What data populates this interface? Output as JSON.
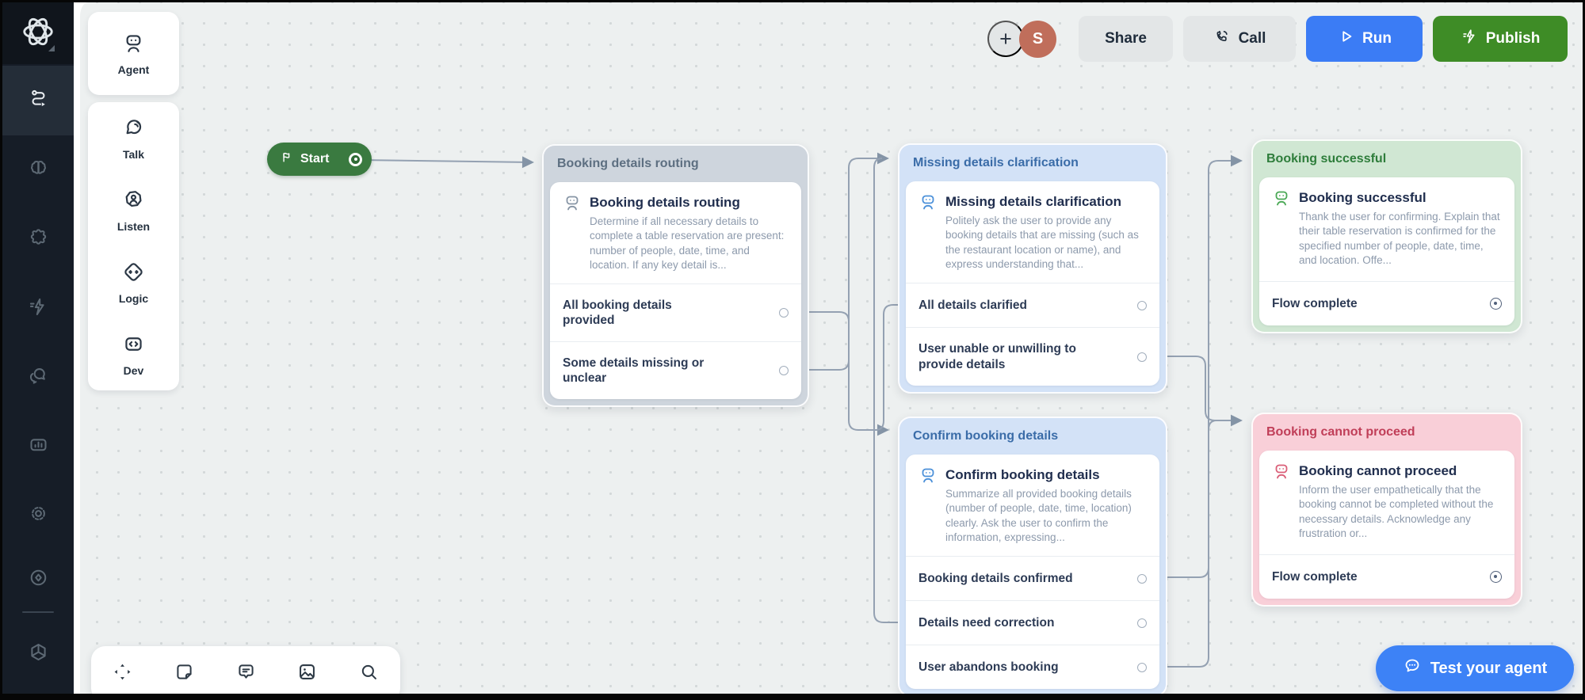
{
  "topbar": {
    "plus_label": "+",
    "avatar_initial": "S",
    "share_label": "Share",
    "call_label": "Call",
    "run_label": "Run",
    "publish_label": "Publish"
  },
  "sidebar": {
    "logo_icon": "knot-logo",
    "icons": [
      "route-icon",
      "brain-icon",
      "puzzle-icon",
      "flash-icon",
      "chat-icon",
      "bar-chart-icon",
      "gear-icon",
      "target-icon",
      "cube-icon"
    ],
    "active_icon": "route-icon"
  },
  "palette": {
    "items": [
      {
        "label": "Agent",
        "icon": "robot-icon"
      },
      {
        "label": "Talk",
        "icon": "speech-bubble-icon"
      },
      {
        "label": "Listen",
        "icon": "person-badge-icon"
      },
      {
        "label": "Logic",
        "icon": "diamond-arrows-icon"
      },
      {
        "label": "Dev",
        "icon": "code-icon"
      }
    ]
  },
  "start": {
    "label": "Start",
    "icon": "flag-icon"
  },
  "nodes": [
    {
      "header": "Booking details routing",
      "title": "Booking details routing",
      "description": "Determine if all necessary details to complete a table reservation are present: number of people, date, time, and location. If any key detail is...",
      "theme": "gray",
      "outputs": [
        {
          "label": "All booking details provided"
        },
        {
          "label": "Some details missing or unclear"
        }
      ]
    },
    {
      "header": "Missing details clarification",
      "title": "Missing details clarification",
      "description": "Politely ask the user to provide any booking details that are missing (such as the restaurant location or name), and express understanding that...",
      "theme": "blue",
      "outputs": [
        {
          "label": "All details clarified"
        },
        {
          "label": "User unable or unwilling to provide details"
        }
      ]
    },
    {
      "header": "Booking successful",
      "title": "Booking successful",
      "description": "Thank the user for confirming. Explain that their table reservation is confirmed for the specified number of people, date, time, and location. Offe...",
      "theme": "green",
      "outputs": [
        {
          "label": "Flow complete"
        }
      ]
    },
    {
      "header": "Confirm booking details",
      "title": "Confirm booking details",
      "description": "Summarize all provided booking details (number of people, date, time, location) clearly. Ask the user to confirm the information, expressing...",
      "theme": "blue",
      "outputs": [
        {
          "label": "Booking details confirmed"
        },
        {
          "label": "Details need correction"
        },
        {
          "label": "User abandons booking"
        }
      ]
    },
    {
      "header": "Booking cannot proceed",
      "title": "Booking cannot proceed",
      "description": "Inform the user empathetically that the booking cannot be completed without the necessary details. Acknowledge any frustration or...",
      "theme": "pink",
      "outputs": [
        {
          "label": "Flow complete"
        }
      ]
    }
  ],
  "toolbar": {
    "icons": [
      "move-icon",
      "note-icon",
      "comment-icon",
      "image-icon",
      "search-icon"
    ]
  },
  "test_button": {
    "label": "Test your agent",
    "icon": "chat-dots-icon"
  },
  "colors": {
    "run_blue": "#3b7cf5",
    "publish_green": "#3e8c26",
    "start_green": "#3a7a40",
    "test_blue": "#3d82f6",
    "avatar_salmon": "#c06e5b",
    "edge_gray": "#94a1b2",
    "canvas_bg": "#edf0f0",
    "sidebar_bg": "#161d27",
    "node_gray": "#ced5dd",
    "node_blue": "#d3e2f7",
    "node_green": "#d0e7d3",
    "node_pink": "#f9cfd8"
  }
}
